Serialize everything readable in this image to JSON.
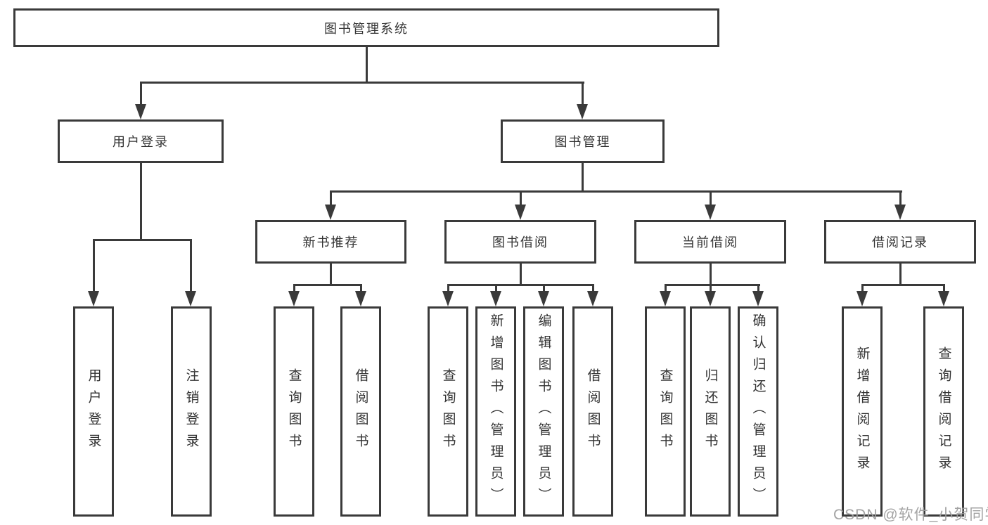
{
  "title": "图书管理系统",
  "nodes": {
    "user_login": {
      "label": "用户登录"
    },
    "book_management": {
      "label": "图书管理"
    },
    "new_book_recommend": {
      "label": "新书推荐"
    },
    "book_borrow": {
      "label": "图书借阅"
    },
    "current_borrow": {
      "label": "当前借阅"
    },
    "borrow_records": {
      "label": "借阅记录"
    }
  },
  "leaves": {
    "user_login": [
      "用户登录",
      "注销登录"
    ],
    "new_book_recommend": [
      "查询图书",
      "借阅图书"
    ],
    "book_borrow": [
      "查询图书",
      "新增图书（管理员）",
      "编辑图书（管理员）",
      "借阅图书"
    ],
    "current_borrow": [
      "查询图书",
      "归还图书",
      "确认归还（管理员）"
    ],
    "borrow_records": [
      "新增借阅记录",
      "查询借阅记录"
    ]
  },
  "watermark": "CSDN @软件_小贺同学",
  "colors": {
    "line": "#3a3a3a",
    "text": "#333333",
    "watermark": "#9e9e9e",
    "background": "#ffffff"
  }
}
